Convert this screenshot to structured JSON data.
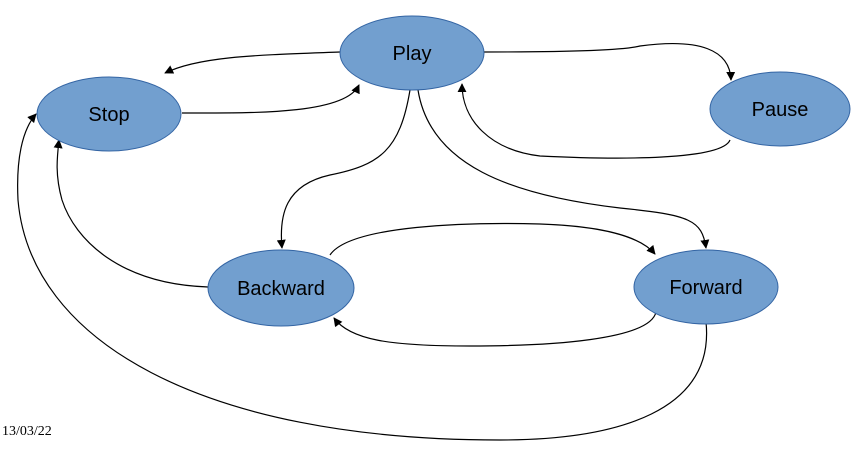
{
  "states": {
    "play": "Play",
    "stop": "Stop",
    "pause": "Pause",
    "backward": "Backward",
    "forward": "Forward"
  },
  "transitions": [
    {
      "from": "Play",
      "to": "Stop"
    },
    {
      "from": "Stop",
      "to": "Play"
    },
    {
      "from": "Play",
      "to": "Pause"
    },
    {
      "from": "Pause",
      "to": "Play"
    },
    {
      "from": "Play",
      "to": "Backward"
    },
    {
      "from": "Play",
      "to": "Forward"
    },
    {
      "from": "Backward",
      "to": "Forward"
    },
    {
      "from": "Forward",
      "to": "Backward"
    },
    {
      "from": "Backward",
      "to": "Stop"
    },
    {
      "from": "Forward",
      "to": "Stop"
    }
  ],
  "colors": {
    "node_fill": "#729fcf",
    "node_border": "#3465a4",
    "edge": "#000000"
  },
  "footer": {
    "date": "13/03/22"
  }
}
